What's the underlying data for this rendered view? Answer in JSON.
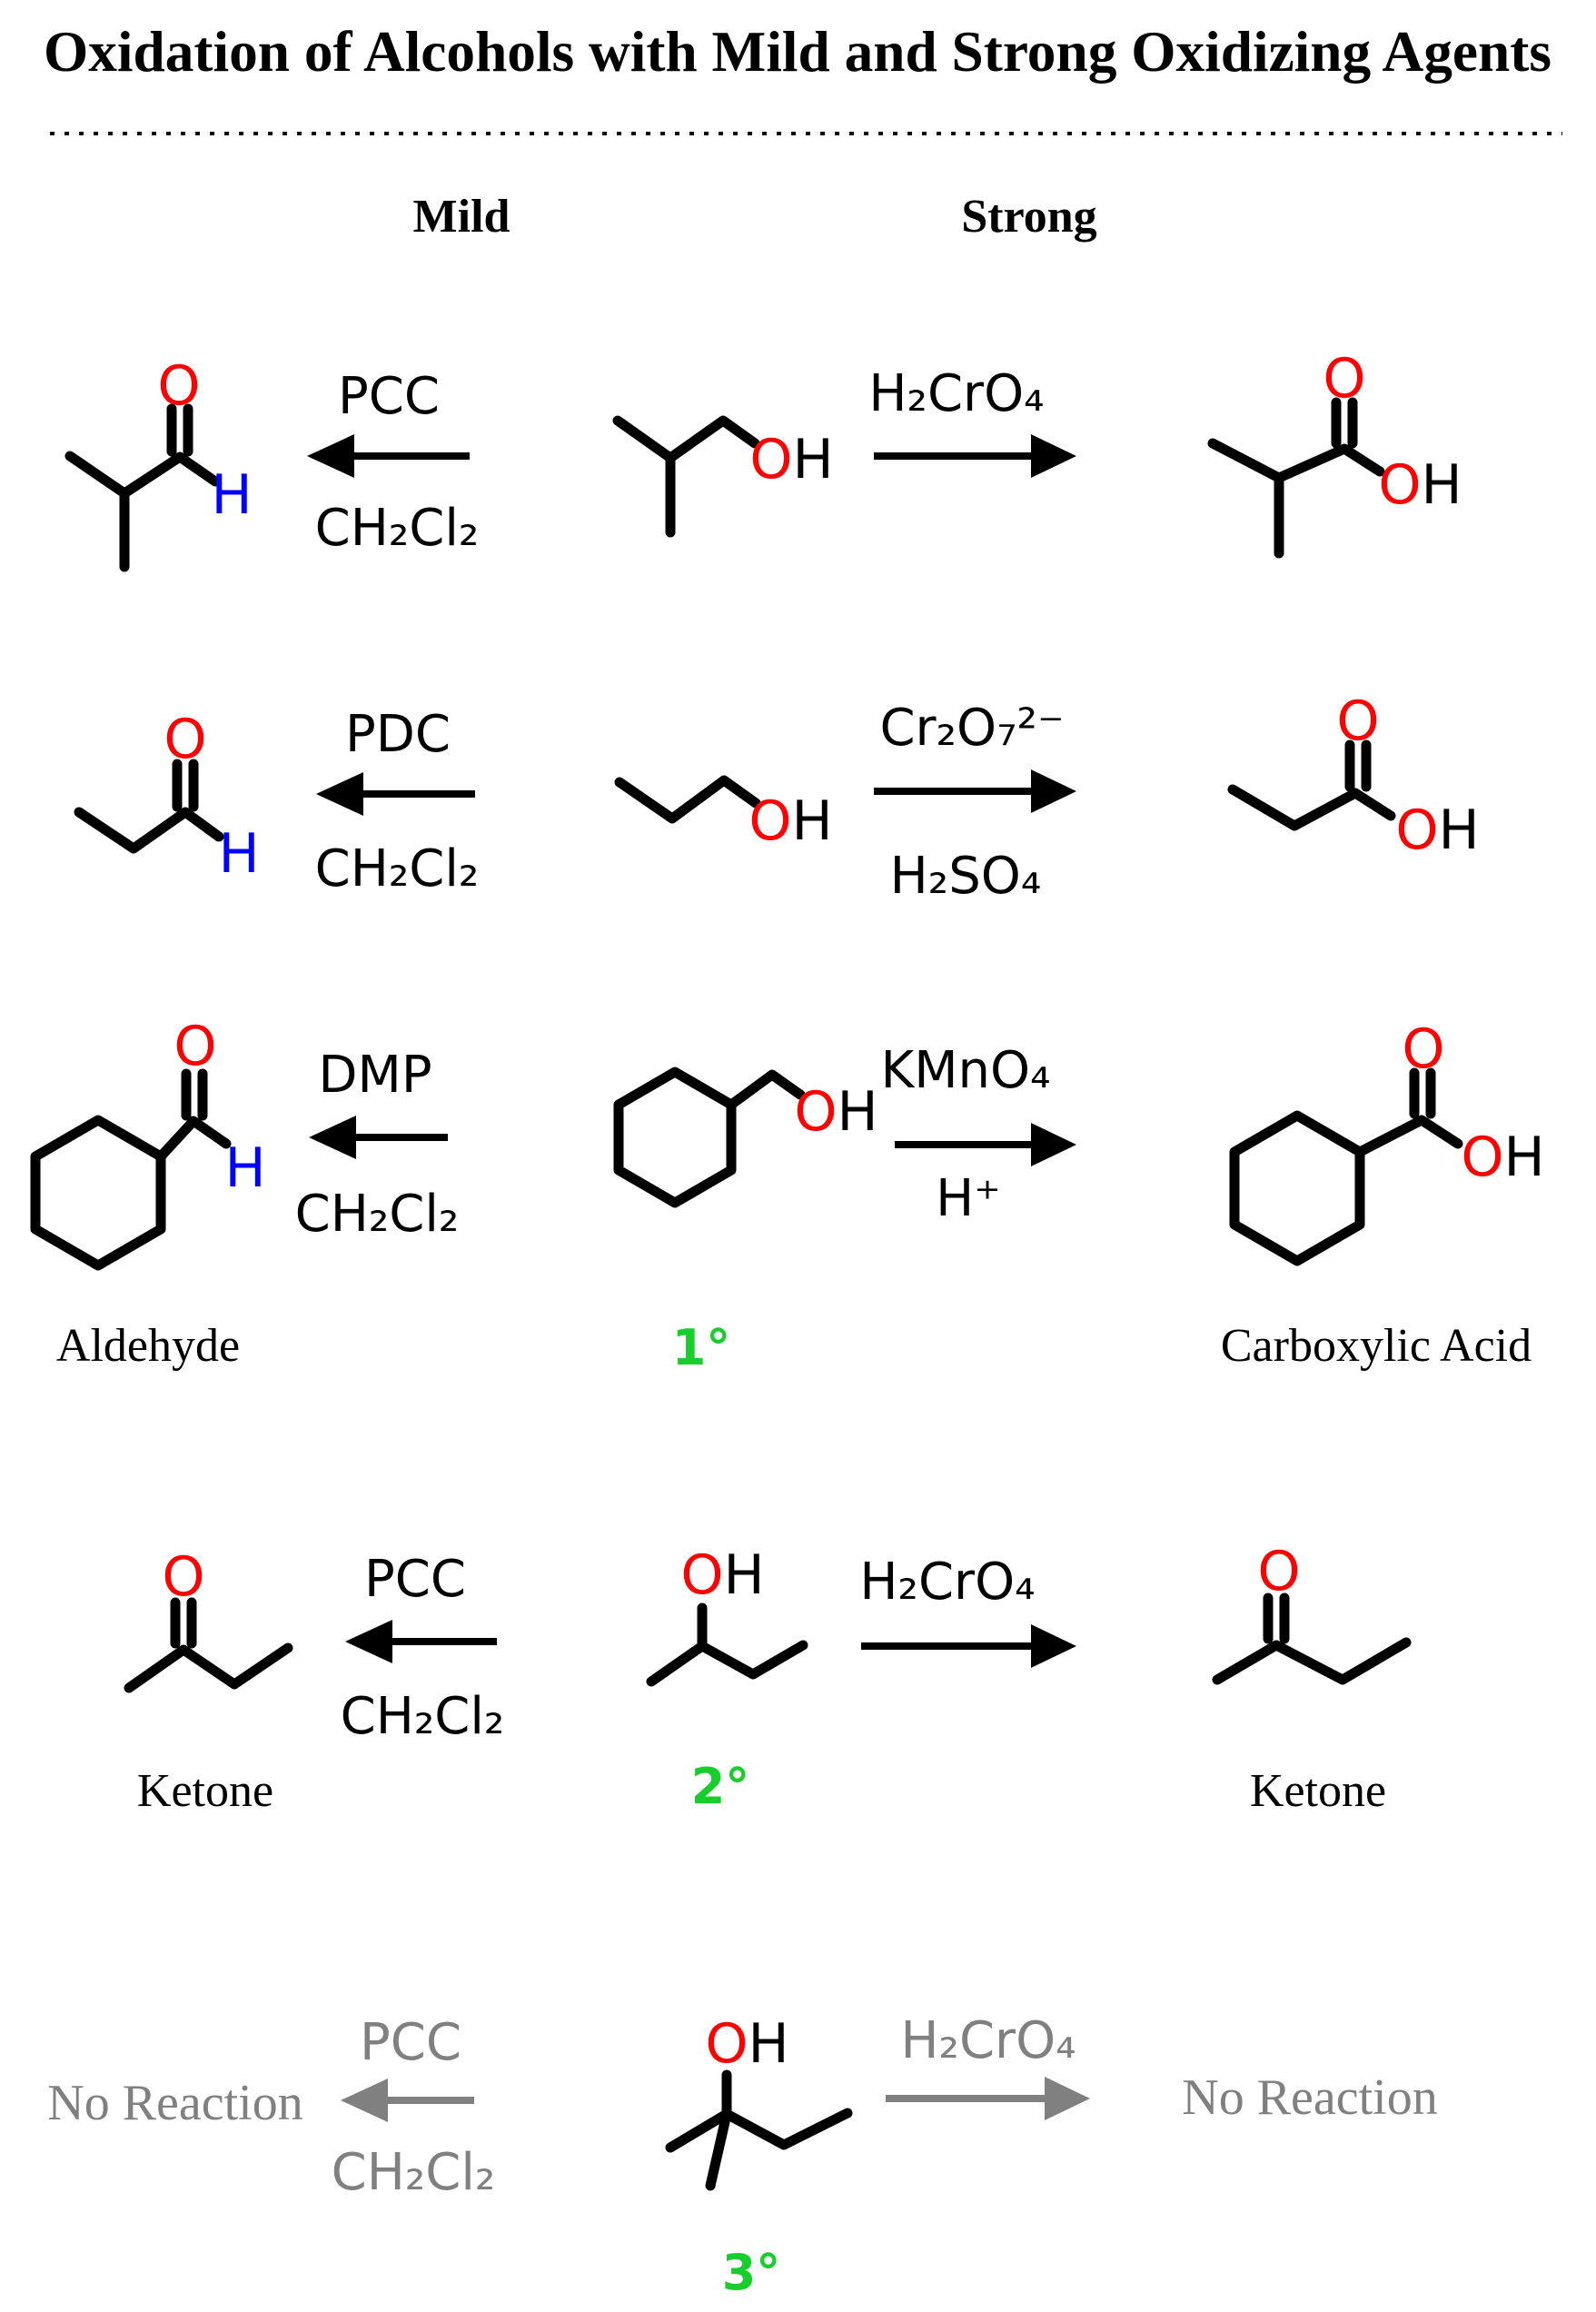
{
  "title": "Oxidation of Alcohols with Mild and Strong Oxidizing Agents",
  "headers": {
    "mild": "Mild",
    "strong": "Strong"
  },
  "atoms": {
    "O": "O",
    "H": "H"
  },
  "colors": {
    "oxygen_red": "#ff0000",
    "aldehyde_h_blue": "#0000ff",
    "class_green": "#19cd2d",
    "no_reaction_gray": "#808080",
    "bond_black": "#000000"
  },
  "reactions": [
    {
      "mild_reagent": "PCC",
      "mild_solvent": "CH₂Cl₂",
      "strong_reagent": "H₂CrO₄"
    },
    {
      "mild_reagent": "PDC",
      "mild_solvent": "CH₂Cl₂",
      "strong_reagent": "Cr₂O₇²⁻",
      "strong_solvent": "H₂SO₄"
    },
    {
      "mild_reagent": "DMP",
      "mild_solvent": "CH₂Cl₂",
      "strong_reagent": "KMnO₄",
      "strong_solvent": "H⁺",
      "mild_product_label": "Aldehyde",
      "substrate_class": "1°",
      "strong_product_label": "Carboxylic Acid"
    },
    {
      "mild_reagent": "PCC",
      "mild_solvent": "CH₂Cl₂",
      "strong_reagent": "H₂CrO₄",
      "mild_product_label": "Ketone",
      "substrate_class": "2°",
      "strong_product_label": "Ketone"
    },
    {
      "mild_reagent": "PCC",
      "mild_solvent": "CH₂Cl₂",
      "strong_reagent": "H₂CrO₄",
      "mild_result": "No Reaction",
      "strong_result": "No Reaction",
      "substrate_class": "3°"
    }
  ]
}
